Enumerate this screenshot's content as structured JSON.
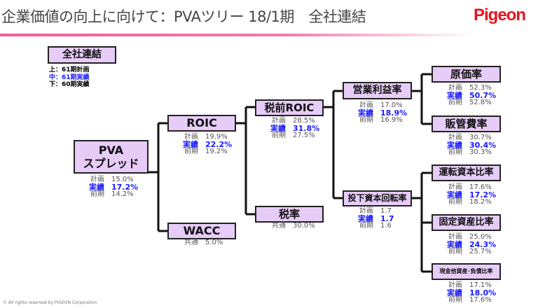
{
  "header": {
    "title": "企業価値の向上に向けて：PVAツリー 18/1期　全社連結",
    "logo": "Pigeon"
  },
  "legend": {
    "title": "全社連結",
    "top": "上：61期計画",
    "middle": "中：61期実績",
    "bottom": "下：60期実績"
  },
  "nodes": {
    "pva": {
      "label": "PVA\nスプレッド",
      "stats": [
        {
          "label": "計画",
          "value": "15.0%"
        },
        {
          "label": "実績",
          "value": "17.2%"
        },
        {
          "label": "前期",
          "value": "14.2%"
        }
      ]
    },
    "roic": {
      "label": "ROIC",
      "stats": [
        {
          "label": "計画",
          "value": "19.9%"
        },
        {
          "label": "実績",
          "value": "22.2%"
        },
        {
          "label": "前期",
          "value": "19.2%"
        }
      ]
    },
    "wacc": {
      "label": "WACC",
      "stats": [
        {
          "label": "共通",
          "value": "5.0%"
        }
      ]
    },
    "pretax_roic": {
      "label": "税前ROIC",
      "stats": [
        {
          "label": "計画",
          "value": "28.5%"
        },
        {
          "label": "実績",
          "value": "31.8%"
        },
        {
          "label": "前期",
          "value": "27.5%"
        }
      ]
    },
    "tax_rate": {
      "label": "税率",
      "stats": [
        {
          "label": "共通",
          "value": "30.0%"
        }
      ]
    },
    "op_margin": {
      "label": "営業利益率",
      "stats": [
        {
          "label": "計画",
          "value": "17.0%"
        },
        {
          "label": "実績",
          "value": "18.9%"
        },
        {
          "label": "前期",
          "value": "16.9%"
        }
      ]
    },
    "ic_turnover": {
      "label": "投下資本回転率",
      "stats": [
        {
          "label": "計画",
          "value": "1.7"
        },
        {
          "label": "実績",
          "value": "1.7"
        },
        {
          "label": "前期",
          "value": "1.6"
        }
      ]
    },
    "cogs_ratio": {
      "label": "原価率",
      "stats": [
        {
          "label": "計画",
          "value": "52.3%"
        },
        {
          "label": "実績",
          "value": "50.7%"
        },
        {
          "label": "前期",
          "value": "52.8%"
        }
      ]
    },
    "sga_ratio": {
      "label": "販管費率",
      "stats": [
        {
          "label": "計画",
          "value": "30.7%"
        },
        {
          "label": "実績",
          "value": "30.4%"
        },
        {
          "label": "前期",
          "value": "30.3%"
        }
      ]
    },
    "wc_ratio": {
      "label": "運転資本比率",
      "stats": [
        {
          "label": "計画",
          "value": "17.6%"
        },
        {
          "label": "実績",
          "value": "17.2%"
        },
        {
          "label": "前期",
          "value": "18.2%"
        }
      ]
    },
    "fa_ratio": {
      "label": "固定資産比率",
      "stats": [
        {
          "label": "計画",
          "value": "25.0%"
        },
        {
          "label": "実績",
          "value": "24.3%"
        },
        {
          "label": "前期",
          "value": "25.7%"
        }
      ]
    },
    "cash_ratio": {
      "label": "現金他資産･負債比率",
      "stats": [
        {
          "label": "計画",
          "value": "17.1%"
        },
        {
          "label": "実績",
          "value": "18.0%"
        },
        {
          "label": "前期",
          "value": "17.6%"
        }
      ]
    }
  },
  "footer": "© All rights reserved by PIGEON Corporation",
  "colors": {
    "box_fill": "#e6ccf7",
    "actual": "#1a1aff",
    "accent_rule": "#f25c9a",
    "logo": "#e8141e"
  }
}
